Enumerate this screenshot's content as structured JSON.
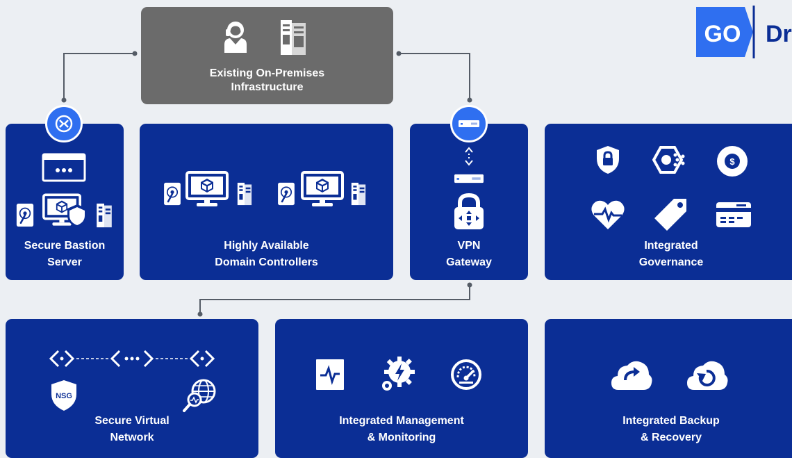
{
  "logo": {
    "mark": "GO",
    "text": "Dr"
  },
  "colors": {
    "card": "#0b2e95",
    "grey_box": "#6b6b6b",
    "badge": "#2f6ff0",
    "background": "#eceff3",
    "logo_blue": "#2f6ff0",
    "logo_text": "#0b2e95"
  },
  "onprem": {
    "line1": "Existing On-Premises",
    "line2": "Infrastructure"
  },
  "cards": {
    "bastion": {
      "line1": "Secure Bastion",
      "line2": "Server"
    },
    "dc": {
      "line1": "Highly Available",
      "line2": "Domain Controllers"
    },
    "vpn": {
      "line1": "VPN",
      "line2": "Gateway"
    },
    "governance": {
      "line1": "Integrated",
      "line2": "Governance"
    },
    "vnet": {
      "line1": "Secure Virtual",
      "line2": "Network",
      "nsg": "NSG"
    },
    "monitoring": {
      "line1": "Integrated Management",
      "line2": "& Monitoring"
    },
    "backup": {
      "line1": "Integrated Backup",
      "line2": "& Recovery"
    }
  },
  "icons": {
    "onprem": [
      "user-headset-icon",
      "server-tower-icon"
    ],
    "bastion": [
      "remote-connect-icon",
      "browser-window-icon",
      "hard-disk-icon",
      "monitor-cube-shield-icon",
      "server-tower-icon"
    ],
    "dc": [
      "hard-disk-icon",
      "monitor-cube-icon",
      "server-tower-icon"
    ],
    "vpn": [
      "network-appliance-icon",
      "vertical-arrows-icon",
      "lock-network-icon"
    ],
    "governance": [
      "security-shield-icon",
      "hexagon-cluster-icon",
      "cost-coin-icon",
      "heart-pulse-icon",
      "tag-icon",
      "credit-card-icon"
    ],
    "vnet": [
      "vnet-endpoints-icon",
      "nsg-shield-icon",
      "network-watcher-icon"
    ],
    "monitoring": [
      "activity-monitor-icon",
      "automation-gear-icon",
      "dashboard-gauge-icon"
    ],
    "backup": [
      "cloud-backup-icon",
      "cloud-recovery-icon"
    ]
  }
}
